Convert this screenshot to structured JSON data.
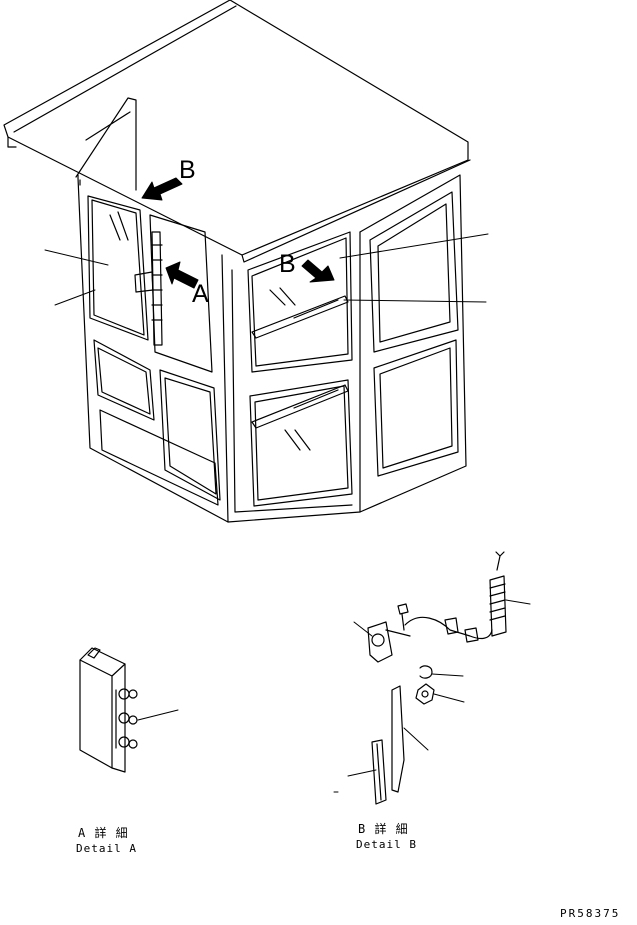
{
  "callouts": {
    "arrow_b_upper": "B",
    "arrow_a": "A",
    "arrow_b_right": "B"
  },
  "details": {
    "a": {
      "jp": "A 詳 細",
      "en": "Detail A"
    },
    "b": {
      "jp": "B 詳 細",
      "en": "Detail B"
    }
  },
  "drawing_code": "PR58375"
}
